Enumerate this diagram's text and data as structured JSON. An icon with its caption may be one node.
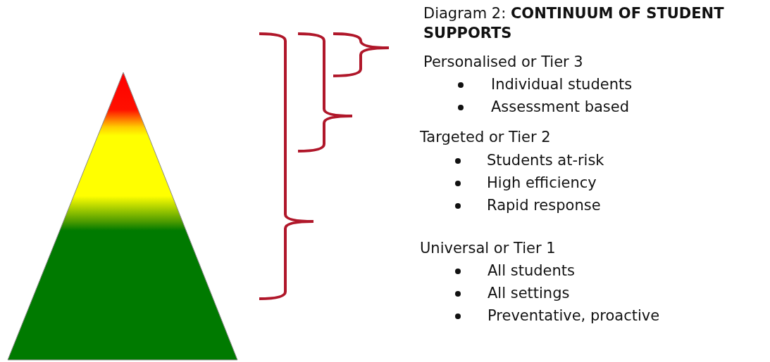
{
  "diagram": {
    "title": "Diagram 2: **CONTINUUM OF STUDENT SUPPORTS**",
    "labels": [
      "Personalised or Tier 3",
      "Individual students",
      "Assessment based",
      "Targeted or Tier 2",
      "Students at-risk",
      "High efficiency",
      "Rapid response",
      "Universal or Tier 1",
      "All students",
      "All settings",
      "Preventative, proactive"
    ]
  }
}
